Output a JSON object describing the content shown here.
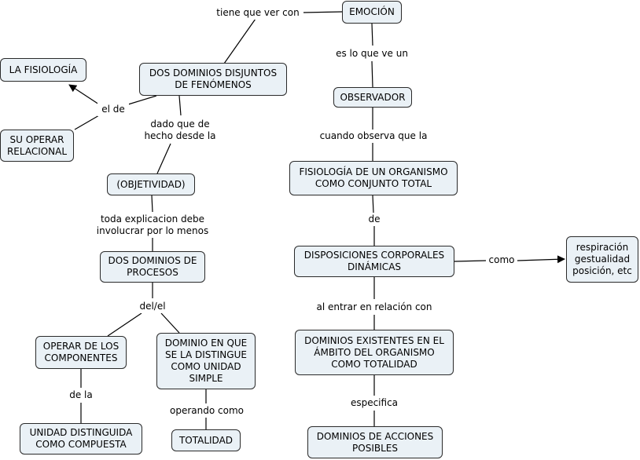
{
  "nodes": {
    "emocion": "EMOCIÓN",
    "dos_dominios_disjuntos": "DOS DOMINIOS DISJUNTOS\nDE FENÓMENOS",
    "la_fisiologia": "LA FISIOLOGÍA",
    "su_operar": "SU OPERAR\nRELACIONAL",
    "observador": "OBSERVADOR",
    "fisiologia_organismo": "FISIOLOGÍA DE UN ORGANISMO\nCOMO CONJUNTO TOTAL",
    "objetividad": "(OBJETIVIDAD)",
    "dos_dominios_procesos": "DOS DOMINIOS DE\nPROCESOS",
    "disposiciones": "DISPOSICIONES CORPORALES\nDINÁMICAS",
    "respiracion": "respiración\ngestualidad\nposición, etc",
    "operar_componentes": "OPERAR DE LOS\nCOMPONENTES",
    "dominio_unidad": "DOMINIO EN QUE\nSE LA DISTINGUE\nCOMO UNIDAD\nSIMPLE",
    "dominios_existentes": "DOMINIOS EXISTENTES EN EL\nÁMBITO DEL ORGANISMO\nCOMO TOTALIDAD",
    "unidad_compuesta": "UNIDAD DISTINGUIDA\nCOMO COMPUESTA",
    "totalidad": "TOTALIDAD",
    "dominios_acciones": "DOMINIOS DE ACCIONES\nPOSIBLES"
  },
  "links": {
    "tiene_que_ver": "tiene que ver con",
    "es_lo_que_ve": "es lo que ve un",
    "el_de": "el de",
    "dado_que": "dado que de\nhecho desde la",
    "cuando_observa": "cuando observa que la",
    "toda_explicacion": "toda explicacion debe\ninvolucrar por lo menos",
    "de": "de",
    "como": "como",
    "del_el": "del/el",
    "al_entrar": "al entrar en relación con",
    "de_la": "de la",
    "operando_como": "operando como",
    "especifica": "especifica"
  }
}
